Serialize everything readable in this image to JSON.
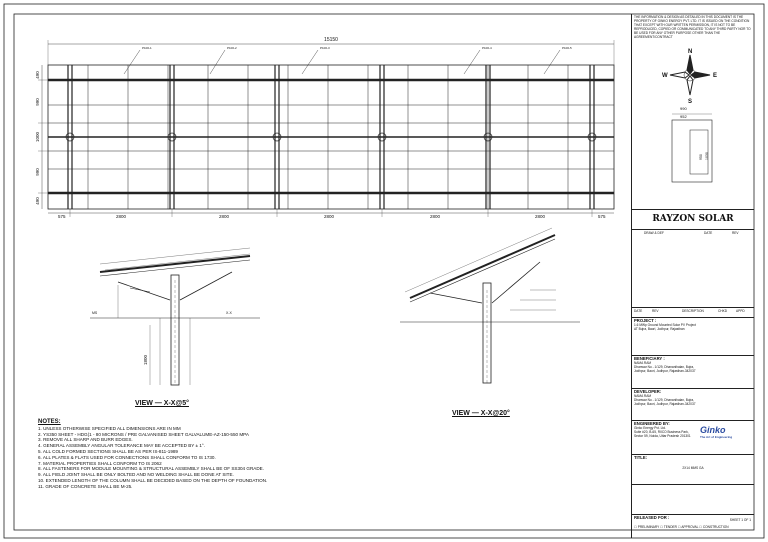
{
  "disclaimer": "THE INFORMATION & DESIGN AS DETAILED IN THIS DOCUMENT IS THE PROPERTY OF GINKO ENERGY PVT. LTD. IT IS ISSUED ON THE CONDITION THAT EXCEPT WITH OUR WRITTEN PERMISSION, IT IS NOT TO BE REPRODUCED, COPIED OR COMMUNICATED TO ANY THIRD PARTY NOR TO BE USED FOR ANY OTHER PURPOSE OTHER THAN THE AGREEMENT/CONTRACT",
  "compass": {
    "n": "N",
    "s": "S",
    "e": "E",
    "w": "W"
  },
  "logo_block": {
    "dim_outer": "990",
    "dim_inner": "952",
    "dim_h1": "950",
    "dim_h2": "1030"
  },
  "brand": "RAYZON SOLAR",
  "rev_table": {
    "c1": "DRAW & DEF",
    "c2": "DATE",
    "c3": "REV"
  },
  "signoff": {
    "c1": "DATE",
    "c2": "REV",
    "c3": "DESCRIPTION",
    "c4": "CHKD",
    "c5": "APPD"
  },
  "project": {
    "heading": "PROJECT :",
    "line1": "1.6 MWp Ground Mounted Solar PV Project",
    "line2": "AT Bujra, Baori, Jodhpur, Rajasthan"
  },
  "beneficiary": {
    "heading": "BENEFICIARY :",
    "name": "NAMA RAM",
    "addr1": "Dhanwar No - 1/129, Dhananihalan, Bujra,",
    "addr2": "Jodhpur, Baori, Jodhpur, Rajasthan-342037"
  },
  "developer": {
    "heading": "DEVELOPER:",
    "name": "NAMA RAM",
    "addr1": "Dhanwar No - 1/129, Dhananihalan, Bujra,",
    "addr2": "Jodhpur, Baori, Jodhpur, Rajasthan-342037"
  },
  "engineered": {
    "heading": "ENGINEERED BY:",
    "name": "Ginko Energy Pvt. Ltd.",
    "addr1": "Suite #20, B-65, RIICO Business Park,",
    "addr2": "Sector 59, Noida, Uttar Pradesh 201301"
  },
  "logo_text": "Ginko",
  "logo_tag": "The Art of Engineering",
  "title": {
    "heading": "TITLE:",
    "text": "2X14 MMS GA"
  },
  "released_for": {
    "heading": "RELEASED FOR :",
    "sheet": "SHEET 1 OF 1",
    "opt1": "PRELIMINARY",
    "opt2": "TENDER",
    "opt3": "APPROVAL",
    "opt4": "CONSTRUCTION"
  },
  "plan_dims": {
    "overall": "15150",
    "bays": [
      "575",
      "2800",
      "2800",
      "2800",
      "2800",
      "2800",
      "575"
    ],
    "rows": [
      "490",
      "990",
      "1000",
      "990",
      "490"
    ],
    "tags": [
      "P100-1",
      "P100-2",
      "P100-3",
      "P100-4",
      "P100-5"
    ]
  },
  "view_left": {
    "label": "VIEW — X-X@5°",
    "dim_col": "1800",
    "lbl_a": "MS",
    "lbl_b": "X-X"
  },
  "view_right": {
    "label": "VIEW — X-X@20°"
  },
  "notes": {
    "heading": "NOTES:",
    "items": [
      "1.  UNLESS OTHERWISE SPECIFIED ALL DIMENSIONS ARE IN MM",
      "2.  YS350 SHEET - HDG(1 - 80 MICRONS / PRE GALVANISED SHEET GALVALUME-AZ-150-550 MPA",
      "3.  REMOVE ALL SHARP AND BURR EDGES.",
      "4.  GENERAL ASSEMBLY ANGULAR TOLERANCE MAY BE ACCEPTED BY ± 1°.",
      "5.  ALL COLD FORMED SECTIONS SHALL BE AS PER IS-811-1989",
      "6.  ALL PLATES & FLATS USED FOR CONNECTIONS SHALL CONFORM TO IS 1730.",
      "7.  MATERIAL PROPERTIES SHALL CONFORM TO IS 2062",
      "8.  ALL FASTENERS FOR MODULE MOUNTING & STRUCTURAL ASSEMBLY SHALL BE OF SS304 GRADE.",
      "9.  ALL FIELD JOINT SHALL BE ONLY BOLTED AND NO WELDING SHALL BE DONE AT SITE.",
      "10. EXTENDED LENGTH OF THE COLUMN SHALL BE DECIDED BASED ON THE DEPTH OF FOUNDATION.",
      "11. GRADE OF CONCRETE SHALL BE M-25."
    ]
  }
}
